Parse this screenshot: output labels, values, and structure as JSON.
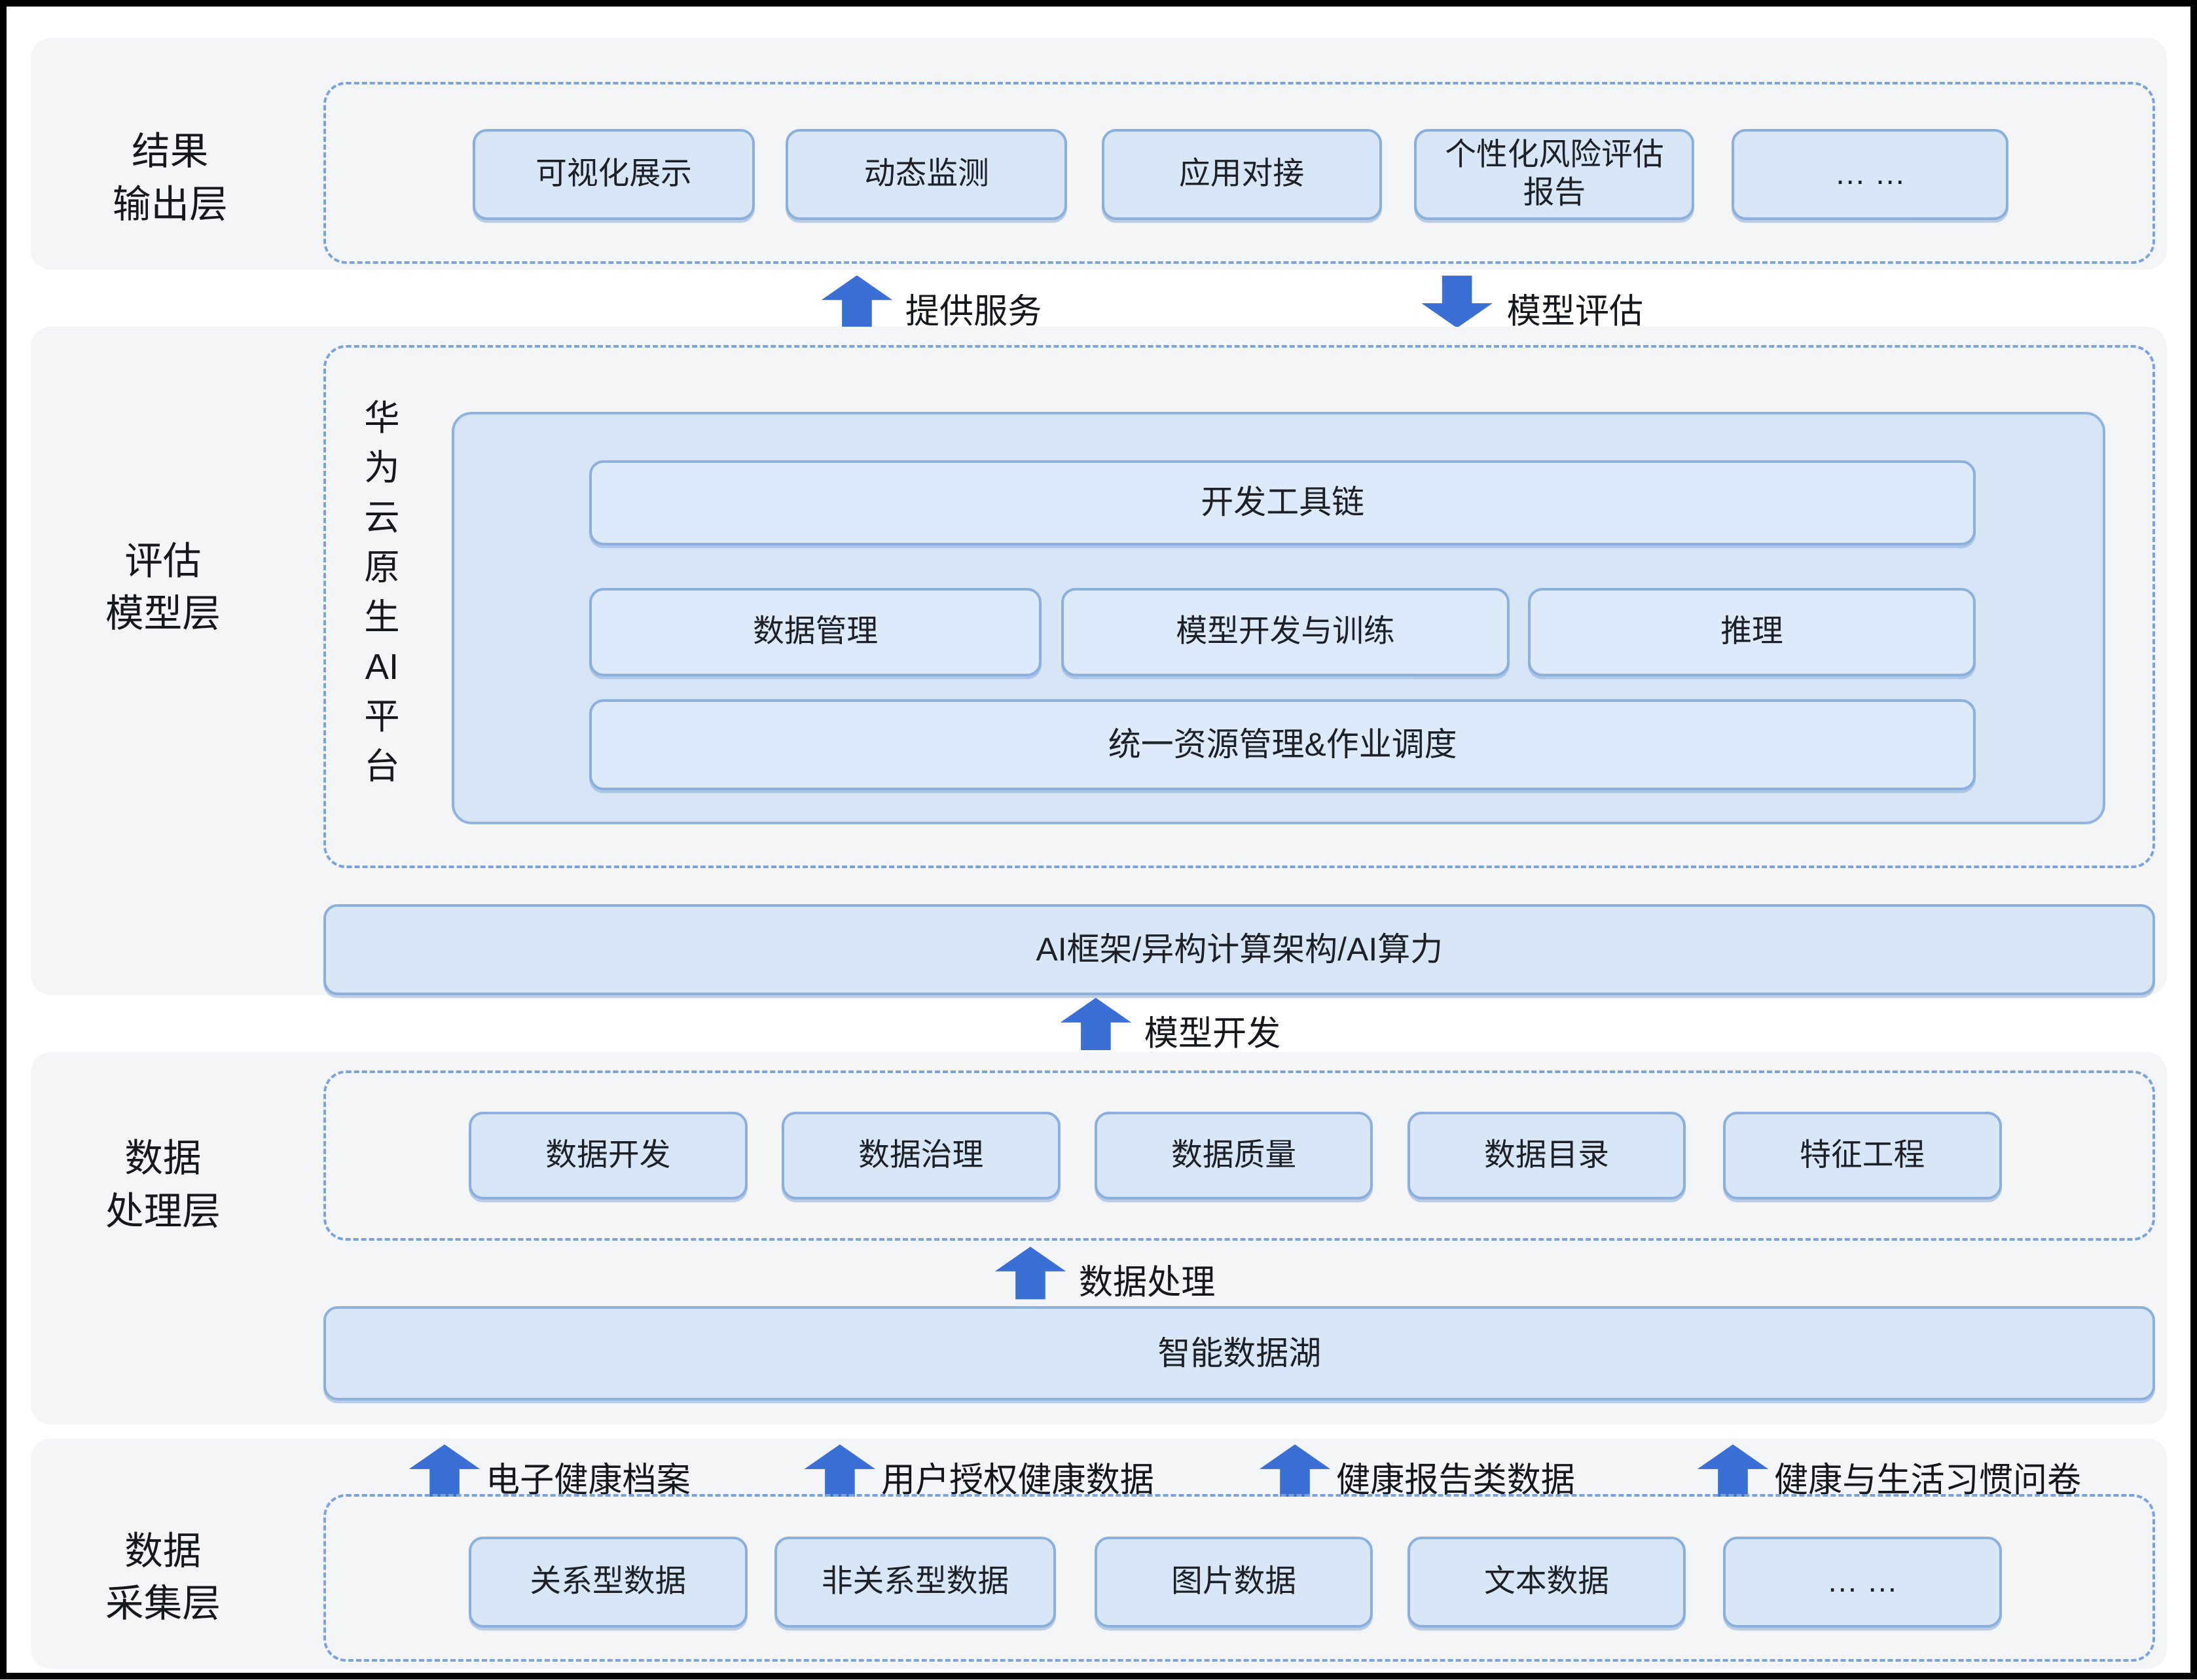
{
  "colors": {
    "arrow_blue": "#3a6fd6",
    "box_fill": "#d8e7f8",
    "box_border": "#8ab0e0",
    "band_background": "#f4f5f7",
    "dashed_border": "#7aa3dc",
    "frame": "#000000",
    "text": "#21252b"
  },
  "layers": {
    "output": {
      "label_lines": [
        "结果",
        "输出层"
      ],
      "boxes": [
        "可视化展示",
        "动态监测",
        "应用对接",
        "个性化风险评估报告",
        "… …"
      ]
    },
    "model": {
      "label_lines": [
        "评估",
        "模型层"
      ],
      "platform_title_chars": [
        "华",
        "为",
        "云",
        "原",
        "生",
        "AI",
        "平",
        "台"
      ],
      "toolchain_bar": "开发工具链",
      "middle_boxes": [
        "数据管理",
        "模型开发与训练",
        "推理"
      ],
      "resource_bar": "统一资源管理&作业调度",
      "framework_bar": "AI框架/异构计算架构/AI算力"
    },
    "processing": {
      "label_lines": [
        "数据",
        "处理层"
      ],
      "boxes": [
        "数据开发",
        "数据治理",
        "数据质量",
        "数据目录",
        "特征工程"
      ],
      "datalake_bar": "智能数据湖"
    },
    "collection": {
      "label_lines": [
        "数据",
        "采集层"
      ],
      "source_arrows": [
        "电子健康档案",
        "用户授权健康数据",
        "健康报告类数据",
        "健康与生活习惯问卷"
      ],
      "boxes": [
        "关系型数据",
        "非关系型数据",
        "图片数据",
        "文本数据",
        "… …"
      ]
    }
  },
  "flows": {
    "provide_service": "提供服务",
    "model_evaluation": "模型评估",
    "model_development": "模型开发",
    "data_processing": "数据处理"
  }
}
